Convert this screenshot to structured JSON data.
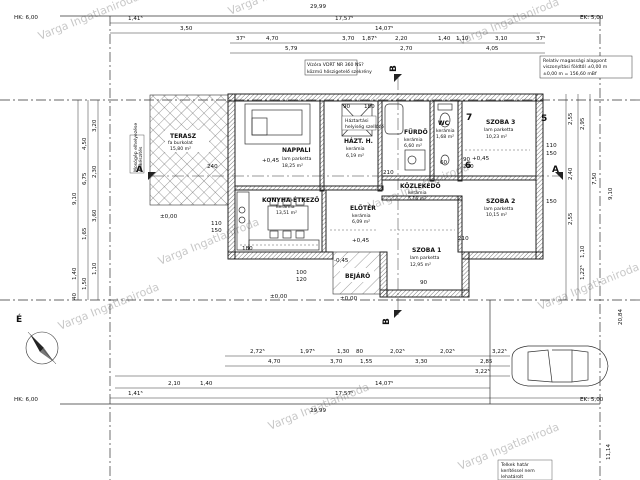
{
  "borders": {
    "hk_top": "HK: 6,00",
    "ek_top": "EK: 5,00",
    "hk_bottom": "HK: 6,00",
    "ek_bottom": "EK: 5,00"
  },
  "dims_top": [
    "29,99",
    "1,41⁵",
    "17,57⁵",
    "14,07⁵",
    "3,50",
    "4,70",
    "3,70",
    "5,79",
    "2,70",
    "4,05",
    "3,10",
    "37⁵",
    "37⁵",
    "1,87⁵",
    "2,20",
    "1,40",
    "1,10"
  ],
  "dims_bottom": [
    "2,72⁵",
    "1,97⁵",
    "1,30",
    "80",
    "2,02⁵",
    "2,02⁵",
    "3,22⁵",
    "4,70",
    "3,70",
    "1,55",
    "3,30",
    "2,85",
    "2,10",
    "1,40",
    "3,22⁵",
    "14,07⁵",
    "1,41⁵",
    "17,57⁵",
    "29,99"
  ],
  "dims_left": [
    "9,10",
    "6,75",
    "4,50",
    "3,20",
    "2,30",
    "3,60",
    "1,65",
    "1,10",
    "1,50",
    "1,40",
    "40"
  ],
  "dims_right": [
    "9,10",
    "7,50",
    "2,55",
    "2,40",
    "2,55",
    "1,22⁵",
    "1,10",
    "2,95",
    "20,84",
    "11,14"
  ],
  "rooms": [
    {
      "name": "TERASZ",
      "floor": "fa burkolat",
      "area": "15,80 m²"
    },
    {
      "name": "NAPPALI",
      "floor": "lam parketta",
      "area": "18,25 m²"
    },
    {
      "name": "HÁZT. H.",
      "floor": "kerámia",
      "area": "6,19 m²"
    },
    {
      "name": "FÜRDŐ",
      "floor": "kerámia",
      "area": "6,60 m²"
    },
    {
      "name": "WC",
      "floor": "kerámia",
      "area": "1,68 m²"
    },
    {
      "name": "SZOBA 3",
      "floor": "lam parketta",
      "area": "10,23 m²"
    },
    {
      "name": "KONYHA-ÉTKEZŐ",
      "floor": "kerámia",
      "area": "13,51 m²"
    },
    {
      "name": "ELŐTÉR",
      "floor": "kerámia",
      "area": "6,09 m²"
    },
    {
      "name": "KÖZLEKEDŐ",
      "floor": "kerámia",
      "area": "5,16 m²"
    },
    {
      "name": "SZOBA 2",
      "floor": "lam parketta",
      "area": "10,15 m²"
    },
    {
      "name": "SZOBA 1",
      "floor": "lam parketta",
      "area": "12,95 m²"
    },
    {
      "name": "BEJÁRÓ",
      "floor": "",
      "area": ""
    }
  ],
  "level_box": {
    "line1": "Relatív magassági alappont",
    "line2": "viszonyítási földtől ±0,00 m",
    "line3": "±0,00 m = 156,60 mBf"
  },
  "note_top": {
    "line1": "Vízóra VDRT NR 360 NS?",
    "line2": "közmű hőszigetelő szekrény"
  },
  "note_dishwasher": {
    "line1": "Háztartási",
    "line2": "helyiség szellőző"
  },
  "note_terrace": {
    "line1": "Mosógép elhelyezése",
    "line2": "előkészítés"
  },
  "note_garden": {
    "line1": "Telkek határ",
    "line2": "kerítéssel nem",
    "line3": "lehatárolt"
  },
  "levels": [
    "+0,45",
    "±0,00",
    "±0,00",
    "+0,45",
    "+0,45",
    "±0,00",
    "-0,45"
  ],
  "section_markers": [
    "A",
    "A",
    "B",
    "B"
  ],
  "marker_numbers": [
    "7",
    "5",
    "6"
  ],
  "openings": [
    "90",
    "180",
    "210",
    "240",
    "110",
    "150",
    "60",
    "90",
    "210",
    "110",
    "150",
    "180",
    "210",
    "90",
    "150",
    "100",
    "120"
  ],
  "north_label": "É",
  "watermark": "Varga Ingatlaniroda",
  "colors": {
    "wall": "#222222",
    "line": "#333333",
    "hatch": "#555555",
    "watermark": "#c8c8c8"
  }
}
